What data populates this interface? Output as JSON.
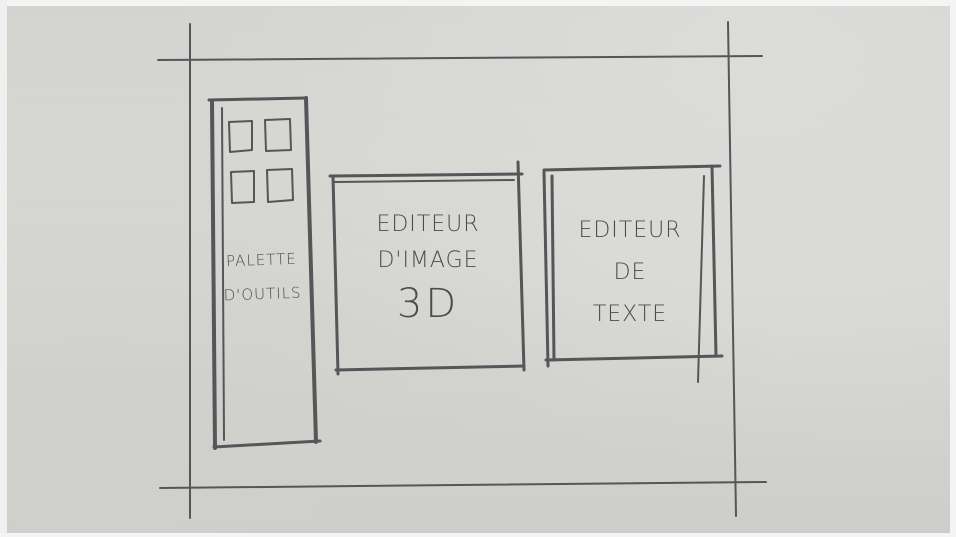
{
  "palette": {
    "label_line1": "PALETTE",
    "label_line2": "D'OUTILS"
  },
  "image_editor": {
    "line1": "EDITEUR",
    "line2": "D'IMAGE",
    "line3": "3D"
  },
  "text_editor": {
    "line1": "EDITEUR",
    "line2": "DE",
    "line3": "TEXTE"
  }
}
